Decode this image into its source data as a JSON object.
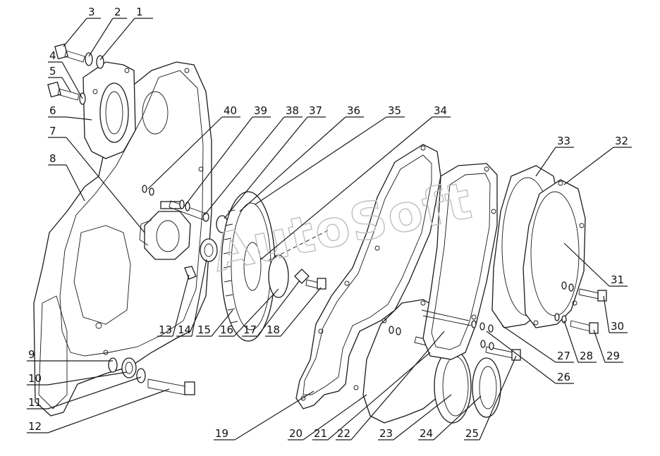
{
  "watermark": "AutoSoft",
  "callouts": [
    {
      "id": "1",
      "label": "1"
    },
    {
      "id": "2",
      "label": "2"
    },
    {
      "id": "3",
      "label": "3"
    },
    {
      "id": "4",
      "label": "4"
    },
    {
      "id": "5",
      "label": "5"
    },
    {
      "id": "6",
      "label": "6"
    },
    {
      "id": "7",
      "label": "7"
    },
    {
      "id": "8",
      "label": "8"
    },
    {
      "id": "9",
      "label": "9"
    },
    {
      "id": "10",
      "label": "10"
    },
    {
      "id": "11",
      "label": "11"
    },
    {
      "id": "12",
      "label": "12"
    },
    {
      "id": "13",
      "label": "13"
    },
    {
      "id": "14",
      "label": "14"
    },
    {
      "id": "15",
      "label": "15"
    },
    {
      "id": "16",
      "label": "16"
    },
    {
      "id": "17",
      "label": "17"
    },
    {
      "id": "18",
      "label": "18"
    },
    {
      "id": "19",
      "label": "19"
    },
    {
      "id": "20",
      "label": "20"
    },
    {
      "id": "21",
      "label": "21"
    },
    {
      "id": "22",
      "label": "22"
    },
    {
      "id": "23",
      "label": "23"
    },
    {
      "id": "24",
      "label": "24"
    },
    {
      "id": "25",
      "label": "25"
    },
    {
      "id": "26",
      "label": "26"
    },
    {
      "id": "27",
      "label": "27"
    },
    {
      "id": "28",
      "label": "28"
    },
    {
      "id": "29",
      "label": "29"
    },
    {
      "id": "30",
      "label": "30"
    },
    {
      "id": "31",
      "label": "31"
    },
    {
      "id": "32",
      "label": "32"
    },
    {
      "id": "33",
      "label": "33"
    },
    {
      "id": "34",
      "label": "34"
    },
    {
      "id": "35",
      "label": "35"
    },
    {
      "id": "36",
      "label": "36"
    },
    {
      "id": "37",
      "label": "37"
    },
    {
      "id": "38",
      "label": "38"
    },
    {
      "id": "39",
      "label": "39"
    },
    {
      "id": "40",
      "label": "40"
    }
  ]
}
